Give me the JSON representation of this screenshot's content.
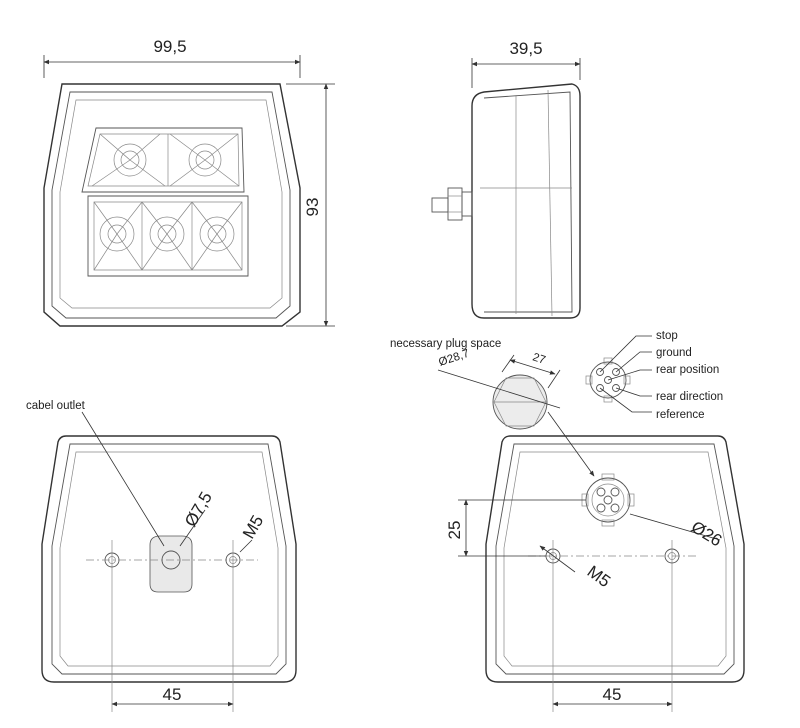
{
  "dimensions": {
    "front_width": "99,5",
    "front_height": "93",
    "side_depth": "39,5",
    "plug_diameter": "Ø28,7",
    "plug_width": "27",
    "cable_outlet_diameter": "Ø7,5",
    "screw_left": "M5",
    "screw_right": "M5",
    "connector_offset": "25",
    "connector_diameter": "Ø26",
    "hole_spacing_left": "45",
    "hole_spacing_right": "45"
  },
  "labels": {
    "cable_outlet": "cabel outlet",
    "plug_space": "necessary plug space"
  },
  "pinout": [
    "stop",
    "ground",
    "rear position",
    "rear direction",
    "reference"
  ]
}
